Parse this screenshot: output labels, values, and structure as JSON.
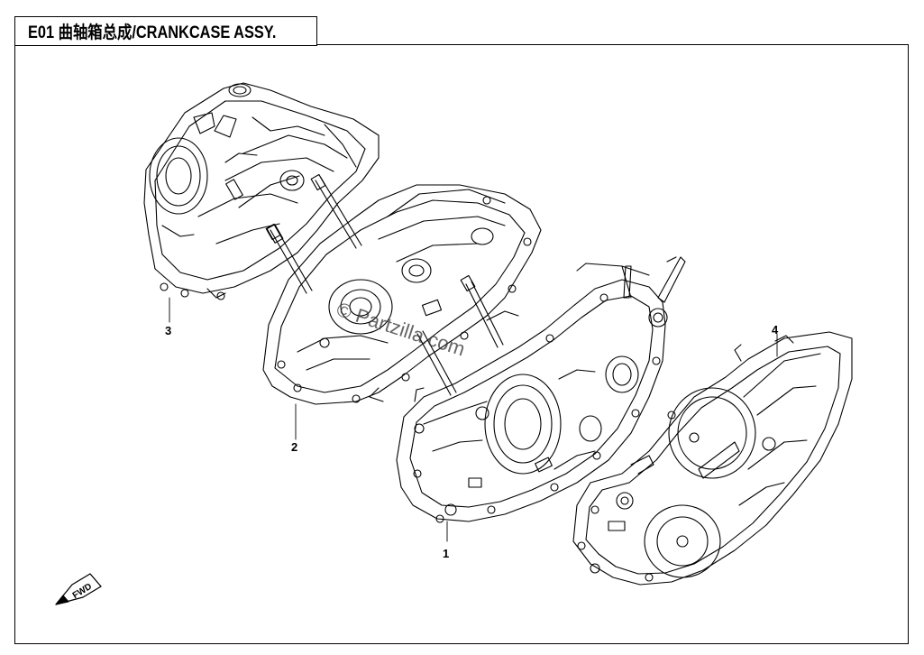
{
  "header": {
    "title": "E01 曲轴箱总成/CRANKCASE ASSY."
  },
  "watermark": {
    "text": "© Partzilla.com"
  },
  "callouts": [
    {
      "id": "1",
      "label": "1"
    },
    {
      "id": "2",
      "label": "2"
    },
    {
      "id": "3",
      "label": "3"
    },
    {
      "id": "4",
      "label": "4"
    }
  ],
  "direction": {
    "label": "FWD"
  },
  "colors": {
    "line": "#000000",
    "background": "#ffffff"
  }
}
